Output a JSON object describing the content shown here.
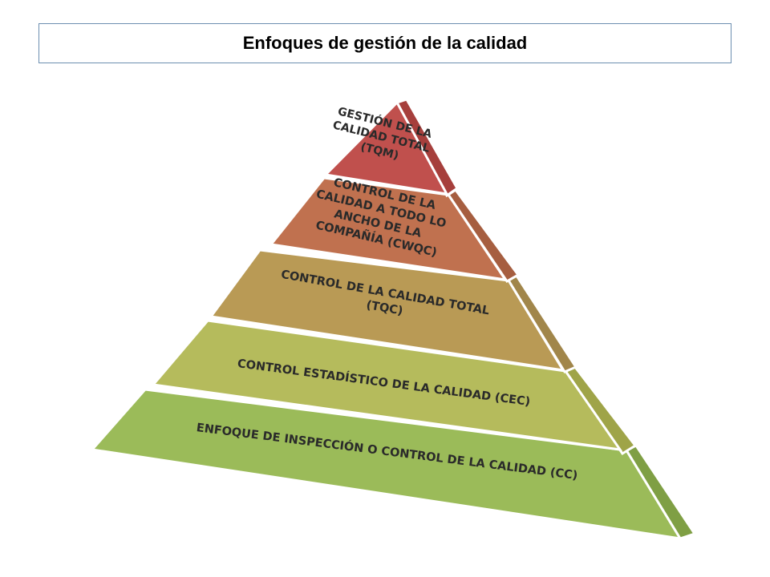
{
  "title": "Enfoques de gestión de la calidad",
  "pyramid": {
    "levels": [
      {
        "lines": [
          "GESTIÓN DE LA",
          "CALIDAD TOTAL",
          "(TQM)"
        ],
        "color": "#c0504d"
      },
      {
        "lines": [
          "CONTROL DE LA",
          "CALIDAD A TODO LO",
          "ANCHO DE LA",
          "COMPAÑÍA (CWQC)"
        ],
        "color": "#c0714f"
      },
      {
        "lines": [
          "CONTROL DE LA CALIDAD TOTAL",
          "(TQC)"
        ],
        "color": "#b99a55"
      },
      {
        "lines": [
          "CONTROL ESTADÍSTICO DE LA CALIDAD (CEC)"
        ],
        "color": "#b5bb5c"
      },
      {
        "lines": [
          "ENFOQUE DE INSPECCIÓN O CONTROL DE LA CALIDAD (CC)"
        ],
        "color": "#9bbb59"
      }
    ]
  }
}
